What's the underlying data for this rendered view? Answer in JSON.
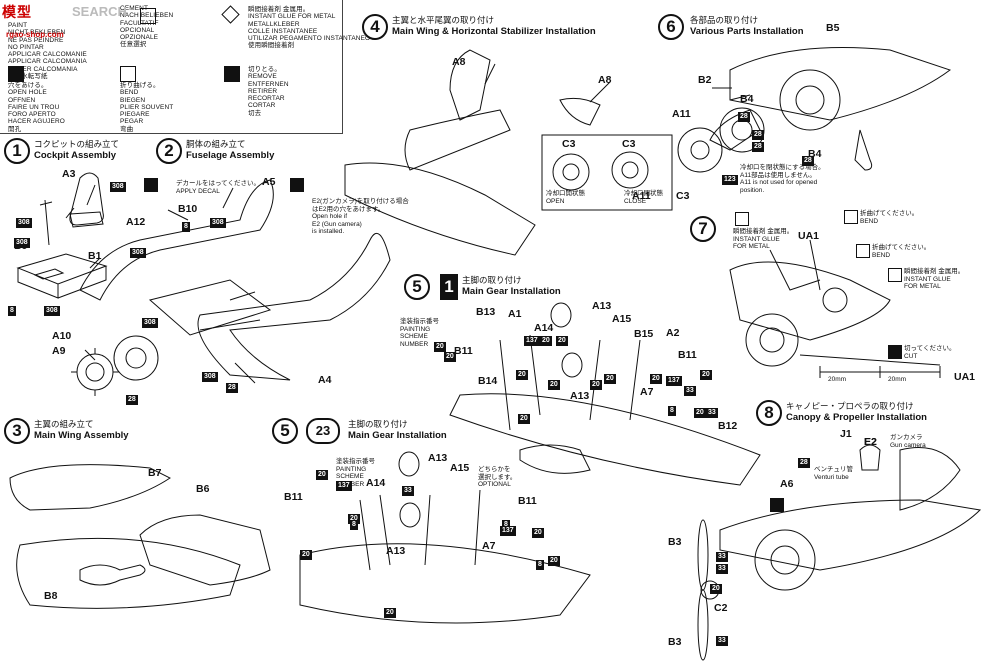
{
  "brand": {
    "logo": "模型",
    "ghost": "SEARCH",
    "subtitle": "rgao-shop.com"
  },
  "legend": {
    "col1_text": "PAINT\nNICHT BEKLEBEN\nNE PAS PEINDRE\nNO PINTAR\nAPPLICAR CALCOMANIE\nAPPLICAR CALCOMANIA\nPONER CALCOMANIA\n貼上水転写紙",
    "col2_text": "CEMENT\nNACH BELIEBEN\nFACULTATIF\nOPCIONAL\nOPZIONALE\n任意選択",
    "col3_text": "瞬間接着剤 金属用。\nINSTANT GLUE FOR METAL\nMETALLKLEBER\nCOLLE INSTANTANEE\nUTILIZAR PEGAMENTO INSTANTANEO\n使用瞬間接着剤",
    "col1b_text": "穴をあける。\nOPEN HOLE\nOFFNEN\nFAIRE UN TROU\nFORO APERTO\nHACER AGUJERO\n開孔",
    "col2b_text": "折り曲げる。\nBEND\nBIEGEN\nPLIER SOUVENT\nPIEGARE\nPEGAR\n弯曲",
    "col3b_text": "切りとる。\nREMOVE\nENTFERNEN\nRETIRER\nRECORTAR\nCORTAR\n切去"
  },
  "steps": {
    "s1": {
      "num": "1",
      "ja": "コクピットの組み立て",
      "en": "Cockpit Assembly"
    },
    "s2": {
      "num": "2",
      "ja": "胴体の組み立て",
      "en": "Fuselage Assembly"
    },
    "s3": {
      "num": "3",
      "ja": "主翼の組み立て",
      "en": "Main Wing Assembly"
    },
    "s4": {
      "num": "4",
      "ja": "主翼と水平尾翼の取り付け",
      "en": "Main Wing & Horizontal Stabilizer Installation"
    },
    "s5a": {
      "num": "5",
      "num2": "1",
      "ja": "主脚の取り付け",
      "en": "Main Gear Installation"
    },
    "s5b": {
      "num": "5",
      "num2": "23",
      "ja": "主脚の取り付け",
      "en": "Main Gear Installation"
    },
    "s6": {
      "num": "6",
      "ja": "各部品の取り付け",
      "en": "Various Parts Installation"
    },
    "s7": {
      "num": "7"
    },
    "s8": {
      "num": "8",
      "ja": "キャノピー・プロペラの取り付け",
      "en": "Canopy & Propeller Installation"
    }
  },
  "notes": {
    "decal": "デカールをはってください。\nAPPLY DECAL",
    "e2": "E2(ガンカメラ)を取り付ける場合\nはE2用の穴をあけます。\nOpen hole if\nE2 (Gun camera)\nis installed.",
    "cooling_open": "冷却口開状態\nOPEN",
    "cooling_close": "冷却口閉状態\nCLOSE",
    "a11": "冷却口を閉状態にする場合。\nA11部品は使用しません。\nA11 is not used for opened\nposition.",
    "bend1": "折曲げてください。\nBEND",
    "glue1": "瞬間接着剤 金属用。\nINSTANT GLUE\nFOR METAL",
    "bend2": "折曲げてください。\nBEND",
    "glue2": "瞬間接着剤 金属用。\nINSTANT GLUE\nFOR METAL",
    "cut": "切ってください。\nCUT",
    "paint1": "塗装指示番号\nPAINTING\nSCHEME\nNUMBER",
    "paint2": "塗装指示番号\nPAINTING\nSCHEME\nNUMBER",
    "optional": "どちらかを\n選択します。\nOPTIONAL",
    "gun": "ガンカメラ\nGun camera",
    "venturi": "ベンチュリ管\nVenturi tube",
    "dim1": "20mm",
    "dim2": "20mm"
  },
  "parts": [
    "A3",
    "B9",
    "B1",
    "A12",
    "B10",
    "A5",
    "A10",
    "A9",
    "A4",
    "B7",
    "B6",
    "B8",
    "A8",
    "A8",
    "C3",
    "C3",
    "A11",
    "B2",
    "B4",
    "B4",
    "A11",
    "C3",
    "B5",
    "UA1",
    "UA1",
    "B13",
    "A1",
    "A13",
    "A15",
    "B15",
    "A2",
    "A14",
    "B11",
    "B11",
    "B14",
    "A13",
    "A7",
    "B12",
    "A13",
    "A15",
    "A14",
    "B11",
    "B11",
    "A13",
    "A7",
    "J1",
    "E2",
    "A6",
    "B3",
    "C2",
    "B3",
    "E2"
  ],
  "colors": [
    "308",
    "308",
    "308",
    "8",
    "308",
    "308",
    "8",
    "308",
    "308",
    "28",
    "308",
    "28",
    "28",
    "28",
    "123",
    "28",
    "28",
    "20",
    "20",
    "137",
    "20",
    "20",
    "20",
    "20",
    "20",
    "137",
    "33",
    "20",
    "20",
    "20",
    "8",
    "20",
    "33",
    "20",
    "20",
    "137",
    "20",
    "33",
    "8",
    "20",
    "20",
    "8",
    "20",
    "137",
    "8",
    "20",
    "33",
    "28",
    "33",
    "20",
    "33"
  ],
  "colors_accent": {
    "ink": "#111111",
    "red": "#cc0000"
  }
}
